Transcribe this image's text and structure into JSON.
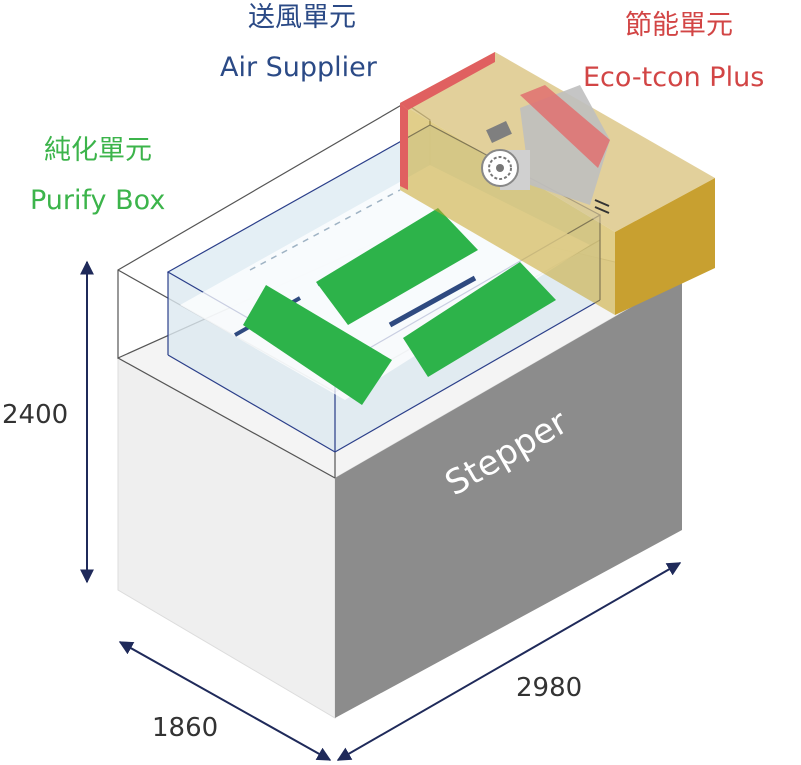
{
  "labels": {
    "air_supplier": {
      "zh": "送風單元",
      "en": "Air Supplier"
    },
    "eco_tcon": {
      "zh": "節能單元",
      "en": "Eco-tcon Plus"
    },
    "purify_box": {
      "zh": "純化單元",
      "en": "Purify Box"
    },
    "machine": "Stepper"
  },
  "dimensions": {
    "height": "2400",
    "depth": "1860",
    "width": "2980"
  },
  "colors": {
    "air_supplier_text": "#2b4a86",
    "eco_tcon_text": "#d24545",
    "purify_box_text": "#3cb44b",
    "filter_green": "#2db34a",
    "eco_box": "#c9a52a",
    "stepper_front": "#8c8c8c",
    "stepper_side": "#f2f2f2",
    "dimension_line": "#1f2a5a"
  }
}
